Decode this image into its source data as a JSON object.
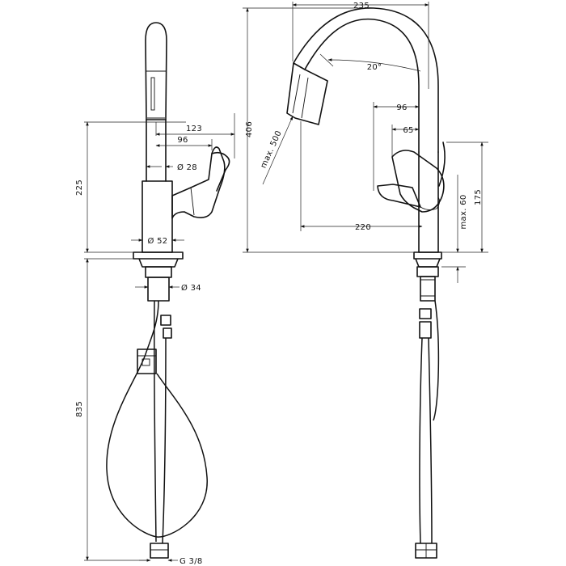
{
  "drawing": {
    "dimensions": {
      "d123": "123",
      "d96_left": "96",
      "d28": "Ø 28",
      "d225": "225",
      "d52": "Ø 52",
      "d34": "Ø 34",
      "d835": "835",
      "g38": "G 3/8",
      "d235": "235",
      "d406": "406",
      "d20deg": "20°",
      "max500": "max. 500",
      "d96_right": "96",
      "d65": "65",
      "d220": "220",
      "d175": "175",
      "max60": "max. 60"
    }
  }
}
